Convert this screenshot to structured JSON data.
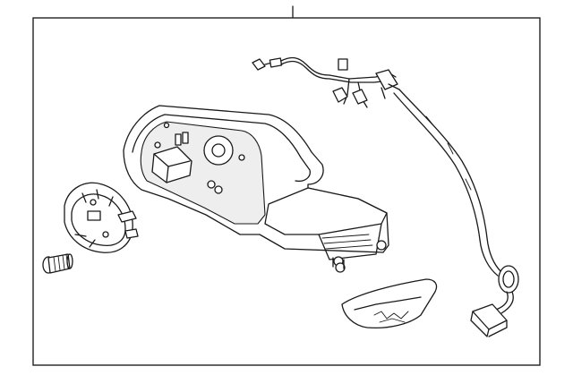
{
  "diagram": {
    "frame_color": "#222222",
    "line_color": "#1a1a1a",
    "background": "#ffffff",
    "parts": [
      "leader-line",
      "mirror-housing",
      "wiring-harness",
      "mirror-glass",
      "actuator-motor",
      "mounting-bolt",
      "lower-cover",
      "harness-connector"
    ]
  }
}
